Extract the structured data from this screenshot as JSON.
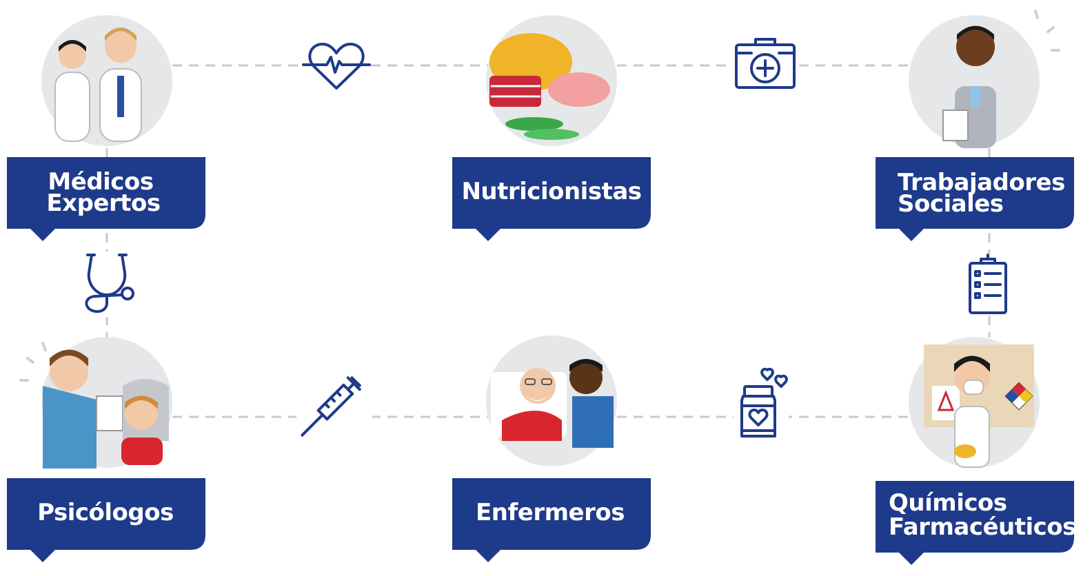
{
  "roles": {
    "medicos": {
      "line1": "Médicos",
      "line2": "Expertos"
    },
    "nutricionistas": {
      "line1": "Nutricionistas"
    },
    "trabajadores": {
      "line1": "Trabajadores",
      "line2": "Sociales"
    },
    "psicologos": {
      "line1": "Psicólogos"
    },
    "enfermeros": {
      "line1": "Enfermeros"
    },
    "quimicos": {
      "line1": "Químicos",
      "line2": "Farmacéuticos"
    }
  },
  "colors": {
    "label_background": "#1e3a8a",
    "icon_stroke": "#1e3a8a",
    "connector": "#c9c9c9",
    "circle_background": "#e6e7e9"
  },
  "icons": {
    "connector_top_left": "heartbeat-icon",
    "connector_top_right": "first-aid-kit-icon",
    "connector_left": "stethoscope-icon",
    "connector_right": "clipboard-checklist-icon",
    "connector_bottom_left": "syringe-icon",
    "connector_bottom_right": "medicine-bottle-hearts-icon"
  }
}
